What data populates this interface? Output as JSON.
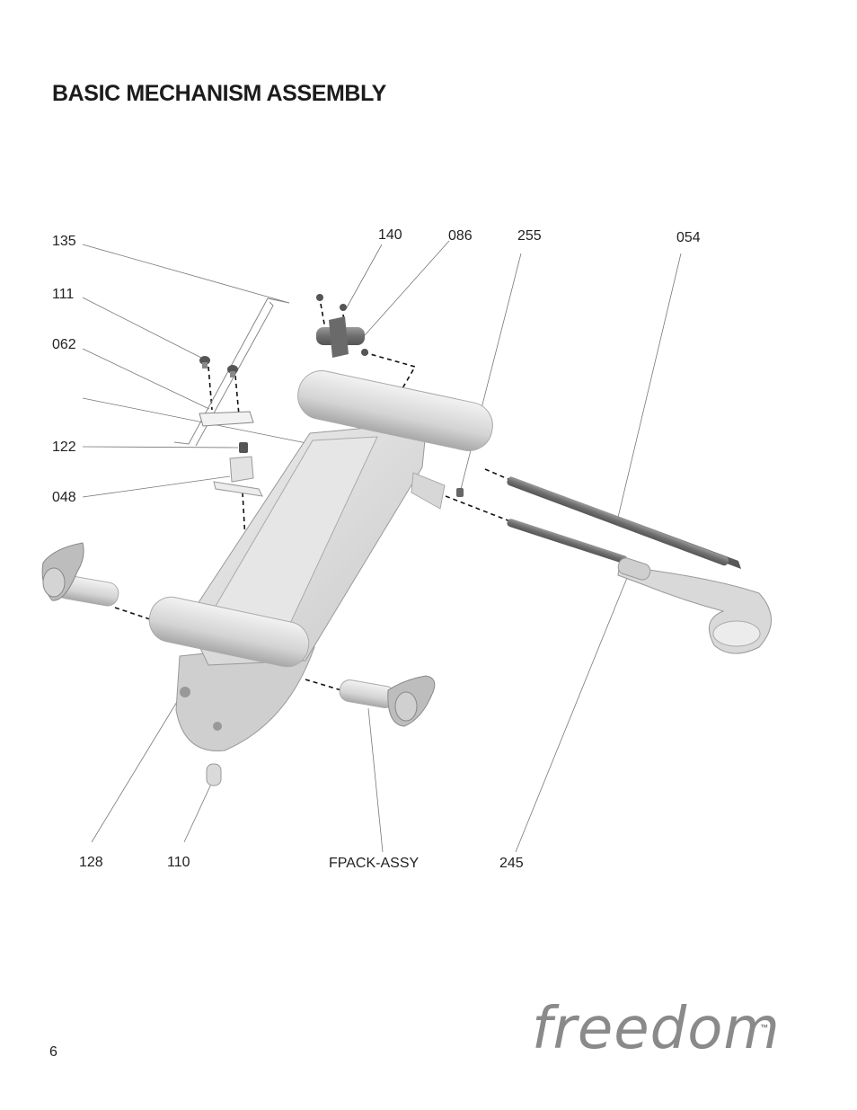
{
  "page": {
    "title": "BASIC MECHANISM ASSEMBLY",
    "page_number": "6",
    "brand": "freedom",
    "trademark": "™"
  },
  "callouts": {
    "p135": "135",
    "p111": "111",
    "p062": "062",
    "p122": "122",
    "p048": "048",
    "p140": "140",
    "p086": "086",
    "p255": "255",
    "p054": "054",
    "p128": "128",
    "p110": "110",
    "fpack": "FPACK-ASSY",
    "p245": "245"
  }
}
